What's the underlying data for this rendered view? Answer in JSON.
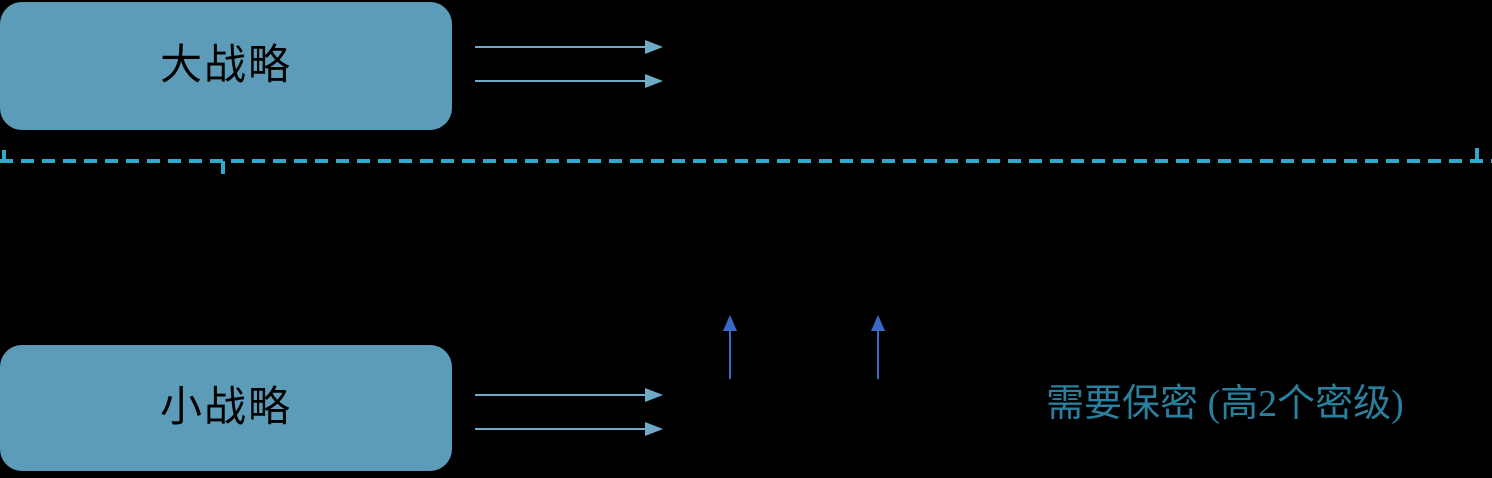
{
  "diagram": {
    "title_top": "大战略",
    "title_bottom": "小战略",
    "annotation": "需要保密 (高2个密级)",
    "colors": {
      "box_fill": "#5C9CB8",
      "box_text": "#000000",
      "horizontal_arrow": "#6FAAC6",
      "vertical_arrow": "#3A69C8",
      "divider": "#2FA8CC",
      "annotation_text": "#2A7E9E",
      "background": "#000000"
    },
    "boxes": [
      {
        "id": "grand-strategy",
        "label": "大战略"
      },
      {
        "id": "small-strategy",
        "label": "小战略"
      }
    ],
    "arrows": {
      "top_horizontal_count": 2,
      "bottom_horizontal_count": 2,
      "vertical_up_count": 2
    }
  }
}
